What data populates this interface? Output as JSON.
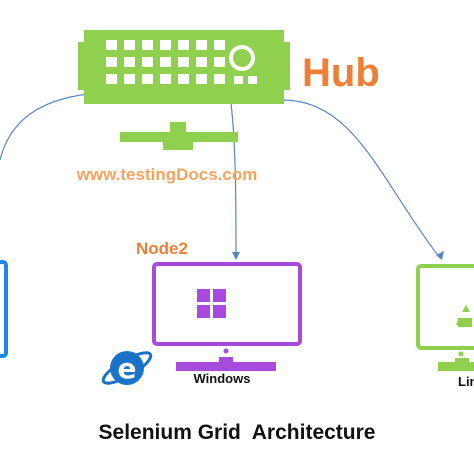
{
  "diagram": {
    "hub_label": "Hub",
    "watermark": "www.testingDocs.com",
    "node2_label": "Node2",
    "windows_label": "Windows",
    "linux_label_partial": "Lin",
    "title": "Selenium Grid  Architecture"
  },
  "colors": {
    "hub_green": "#8fd14f",
    "hub_label_orange": "#f07f36",
    "watermark_orange": "#f4a460",
    "node2_orange": "#f07f36",
    "windows_purple": "#a64bdc",
    "linux_green": "#8fd14f",
    "left_node_blue": "#1e88e5",
    "ie_blue": "#1a73c8",
    "connector_blue": "#5b86c5",
    "title_dark": "#111111"
  },
  "icons": [
    "hub-server-icon",
    "network-connector-icon",
    "windows-monitor-icon",
    "windows-logo-icon",
    "internet-explorer-icon",
    "linux-monitor-icon",
    "linux-recycle-icon",
    "left-node-monitor-icon"
  ]
}
